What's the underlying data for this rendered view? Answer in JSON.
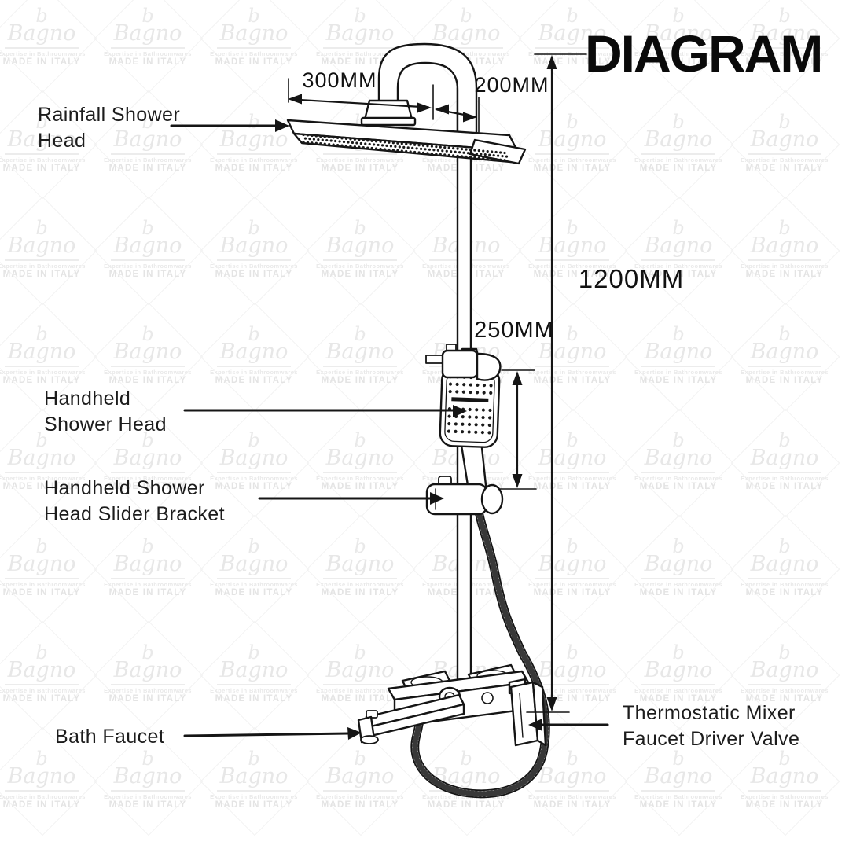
{
  "title": "DIAGRAM",
  "watermark": {
    "monogram": "b",
    "brand": "Bagno",
    "tagline": "Expertise in Bathroomwares",
    "origin": "MADE IN ITALY"
  },
  "dimensions": {
    "head_width": "300MM",
    "head_offset": "200MM",
    "column_height": "1200MM",
    "handheld_length": "250MM"
  },
  "labels": {
    "rainfall_shower_head": {
      "line1": "Rainfall Shower",
      "line2": "Head"
    },
    "handheld_shower_head": {
      "line1": "Handheld",
      "line2": "Shower Head"
    },
    "handheld_slider_bracket": {
      "line1": "Handheld Shower",
      "line2": "Head Slider Bracket"
    },
    "bath_faucet": {
      "line1": "Bath Faucet"
    },
    "thermostatic_valve": {
      "line1": "Thermostatic Mixer",
      "line2": "Faucet Driver Valve"
    }
  },
  "colors": {
    "ink": "#151515",
    "label_text": "#1c1c1c",
    "title_text": "#0a0a0a",
    "watermark": "#e9e9e9"
  }
}
